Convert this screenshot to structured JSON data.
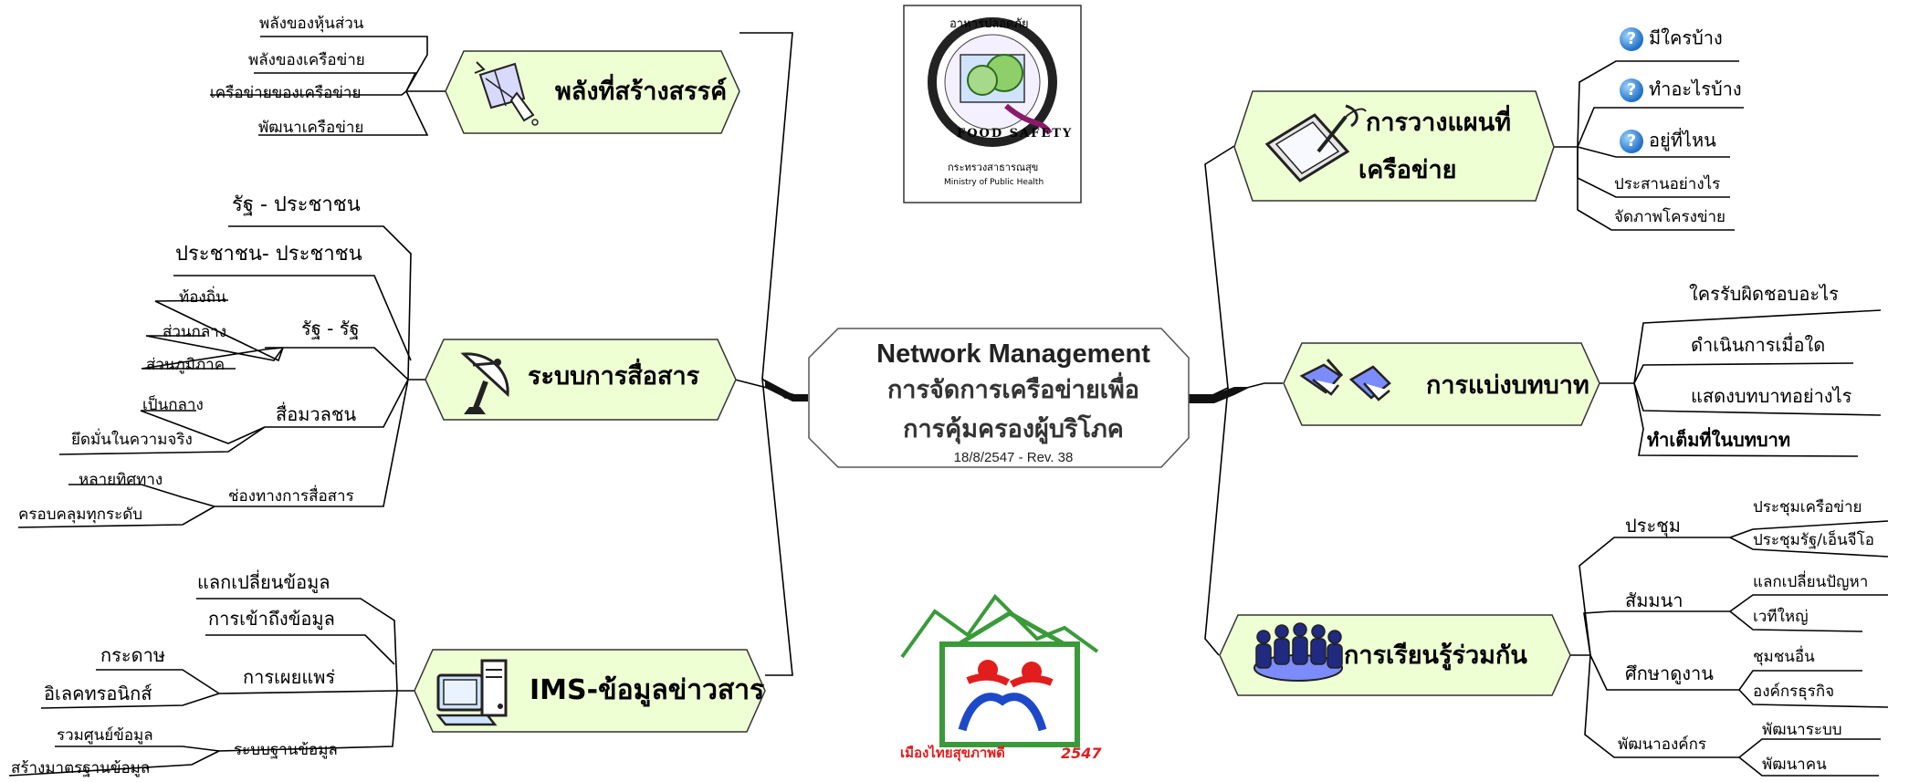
{
  "center": {
    "title": "Network Management",
    "subtitle_line1": "การจัดการเครือข่ายเพื่อ",
    "subtitle_line2": "การคุ้มครองผู้บริโภค",
    "date_rev": "18/8/2547 - Rev. 38"
  },
  "logo_food_safety": {
    "ring_text": "อาหารปลอดภัย",
    "banner": "FOOD SAFETY",
    "org_th": "กระทรวงสาธารณสุข",
    "org_en": "Ministry of Public Health"
  },
  "logo_healthy_thailand": {
    "caption": "เมืองไทยสุขภาพดี",
    "year": "2547"
  },
  "branches": {
    "creative": {
      "label": "พลังที่สร้างสรรค์",
      "icon": "lighthouse-icon",
      "items": [
        "พลังของหุ้นส่วน",
        "พลังของเครือข่าย",
        "เครือข่ายของเครือข่าย",
        "พัฒนาเครือข่าย"
      ]
    },
    "comm": {
      "label": "ระบบการสื่อสาร",
      "icon": "satellite-dish-icon",
      "items": [
        "รัฐ - ประชาชน",
        "ประชาชน- ประชาชน"
      ],
      "state": {
        "label": "รัฐ - รัฐ",
        "items": [
          "ท้องถิ่น",
          "ส่วนกลาง",
          "ส่วนภูมิภาค"
        ]
      },
      "media": {
        "label": "สื่อมวลชน",
        "items": [
          "เป็นกลาง",
          "ยึดมั่นในความจริง"
        ]
      },
      "channels": {
        "label": "ช่องทางการสื่อสาร",
        "items": [
          "หลายทิศทาง",
          "ครอบคลุมทุกระดับ"
        ]
      }
    },
    "ims": {
      "label": "IMS-ข้อมูลข่าวสาร",
      "icon": "computer-icon",
      "items": [
        "แลกเปลี่ยนข้อมูล",
        "การเข้าถึงข้อมูล"
      ],
      "publish": {
        "label": "การเผยแพร่",
        "items": [
          "กระดาษ",
          "อิเลคทรอนิกส์"
        ]
      },
      "db": {
        "label": "ระบบฐานข้อมูล",
        "items": [
          "รวมศูนย์ข้อมูล",
          "สร้างมาตรฐานข้อมูล"
        ]
      }
    },
    "planning": {
      "label_line1": "การวางแผนที่",
      "label_line2": "เครือข่าย",
      "icon": "pda-stylus-icon",
      "items": [
        "มีใครบ้าง",
        "ทำอะไรบ้าง",
        "อยู่ที่ไหน",
        "ประสานอย่างไร",
        "จัดภาพโครงข่าย"
      ],
      "question_mark": "?"
    },
    "roles": {
      "label": "การแบ่งบทบาท",
      "icon": "handshake-icon",
      "items": [
        "ใครรับผิดชอบอะไร",
        "ดำเนินการเมื่อใด",
        "แสดงบทบาทอย่างไร",
        "ทำเต็มที่ในบทบาท"
      ]
    },
    "learning": {
      "label": "การเรียนรู้ร่วมกัน",
      "icon": "meeting-people-icon",
      "meeting": {
        "label": "ประชุม",
        "items": [
          "ประชุมเครือข่าย",
          "ประชุมรัฐ/เอ็นจีโอ"
        ]
      },
      "seminar": {
        "label": "สัมมนา",
        "items": [
          "แลกเปลี่ยนปัญหา",
          "เวทีใหญ่"
        ]
      },
      "study": {
        "label": "ศึกษาดูงาน",
        "items": [
          "ชุมชนอื่น",
          "องค์กรธุรกิจ"
        ]
      },
      "orgdev": {
        "label": "พัฒนาองค์กร",
        "items": [
          "พัฒนาระบบ",
          "พัฒนาคน"
        ]
      }
    }
  },
  "colors": {
    "hex_fill": "#efffd4",
    "line": "#000000",
    "ring": "#2a2a2a"
  }
}
